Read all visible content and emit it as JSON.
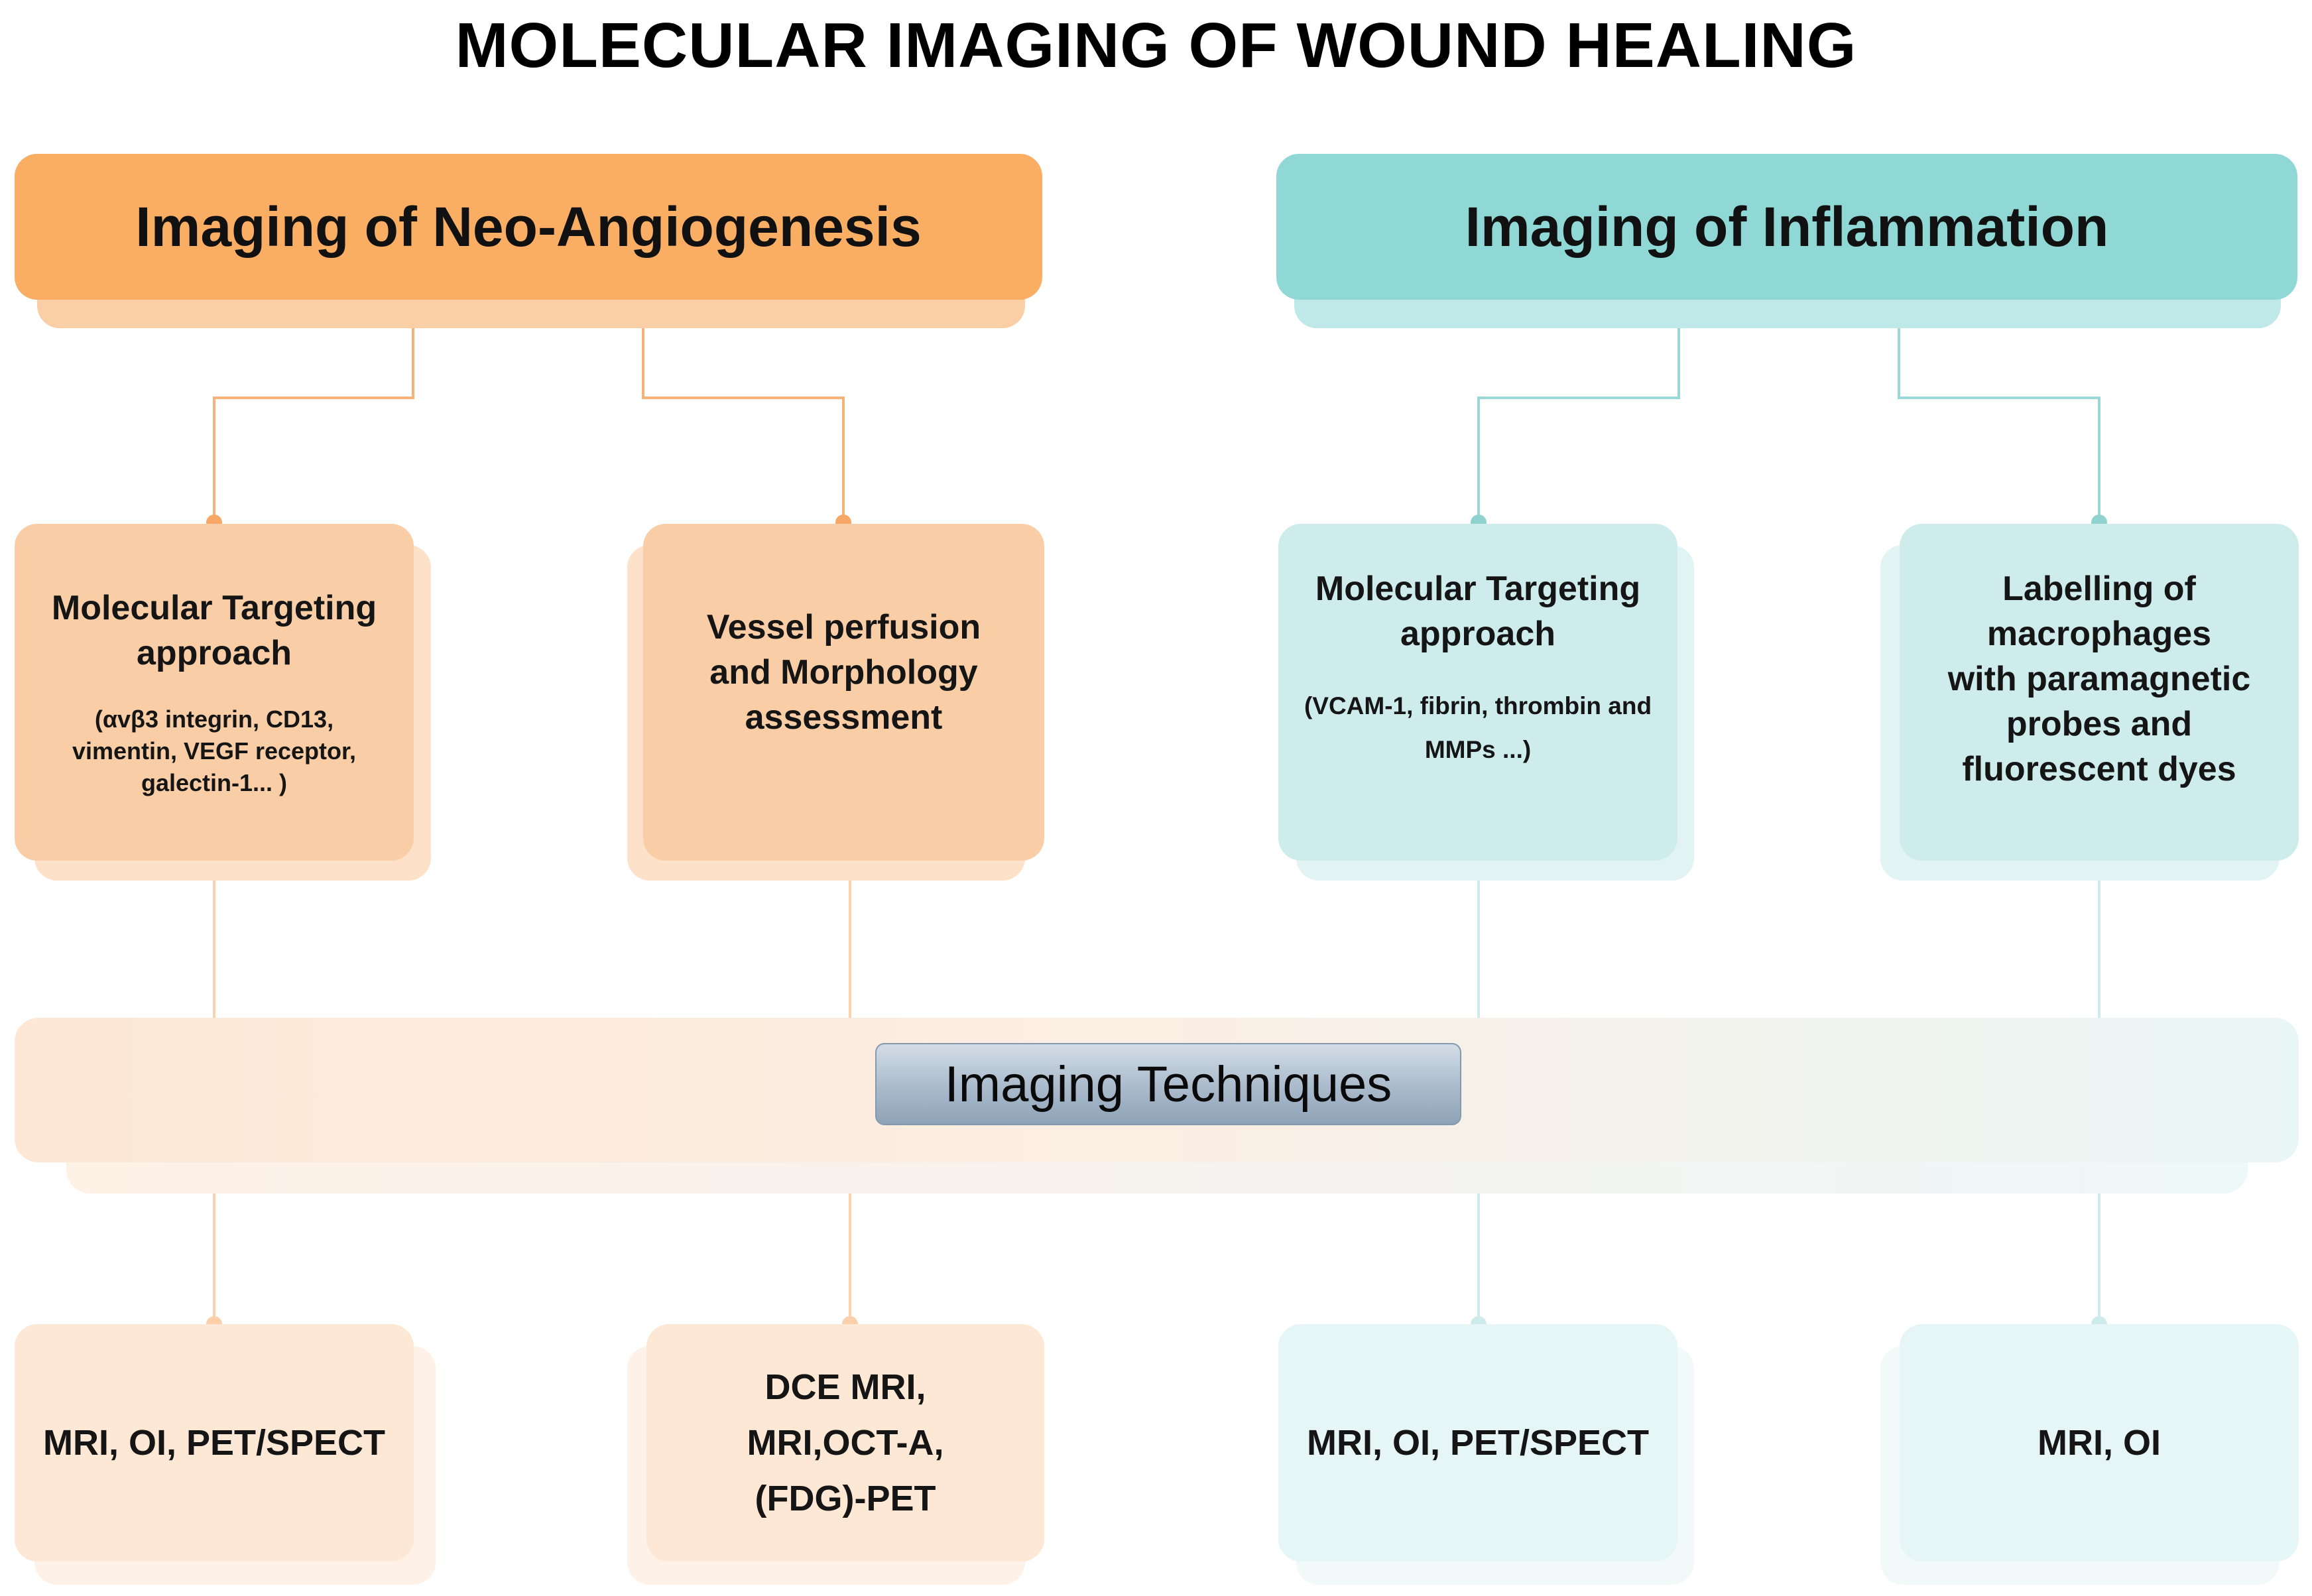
{
  "title": "MOLECULAR IMAGING OF WOUND HEALING",
  "headers": {
    "left": "Imaging of Neo-Angiogenesis",
    "right": "Imaging of Inflammation"
  },
  "approaches": [
    {
      "title_lines": [
        "Molecular Targeting",
        "approach"
      ],
      "sub_lines": [
        "(αvβ3 integrin, CD13,",
        "vimentin, VEGF receptor,",
        "galectin-1... )"
      ]
    },
    {
      "title_lines": [
        "Vessel perfusion",
        "and Morphology",
        "assessment"
      ],
      "sub_lines": []
    },
    {
      "title_lines": [
        "Molecular Targeting",
        "approach"
      ],
      "sub_lines": [
        "(VCAM-1, fibrin, thrombin and",
        "MMPs ...)"
      ]
    },
    {
      "title_lines": [
        "Labelling of",
        "macrophages",
        "with paramagnetic",
        "probes and",
        "fluorescent dyes"
      ],
      "sub_lines": []
    }
  ],
  "techniques_label": "Imaging Techniques",
  "techniques": [
    {
      "lines": [
        "MRI, OI, PET/SPECT"
      ]
    },
    {
      "lines": [
        "DCE MRI,",
        "MRI,OCT-A,",
        "(FDG)-PET"
      ]
    },
    {
      "lines": [
        "MRI, OI, PET/SPECT"
      ]
    },
    {
      "lines": [
        "MRI, OI"
      ]
    }
  ],
  "colors": {
    "orange_header": "#f9ae64",
    "teal_header": "#90d8d6",
    "orange_line": "#f7b27a",
    "teal_line": "#9ad7d6"
  }
}
